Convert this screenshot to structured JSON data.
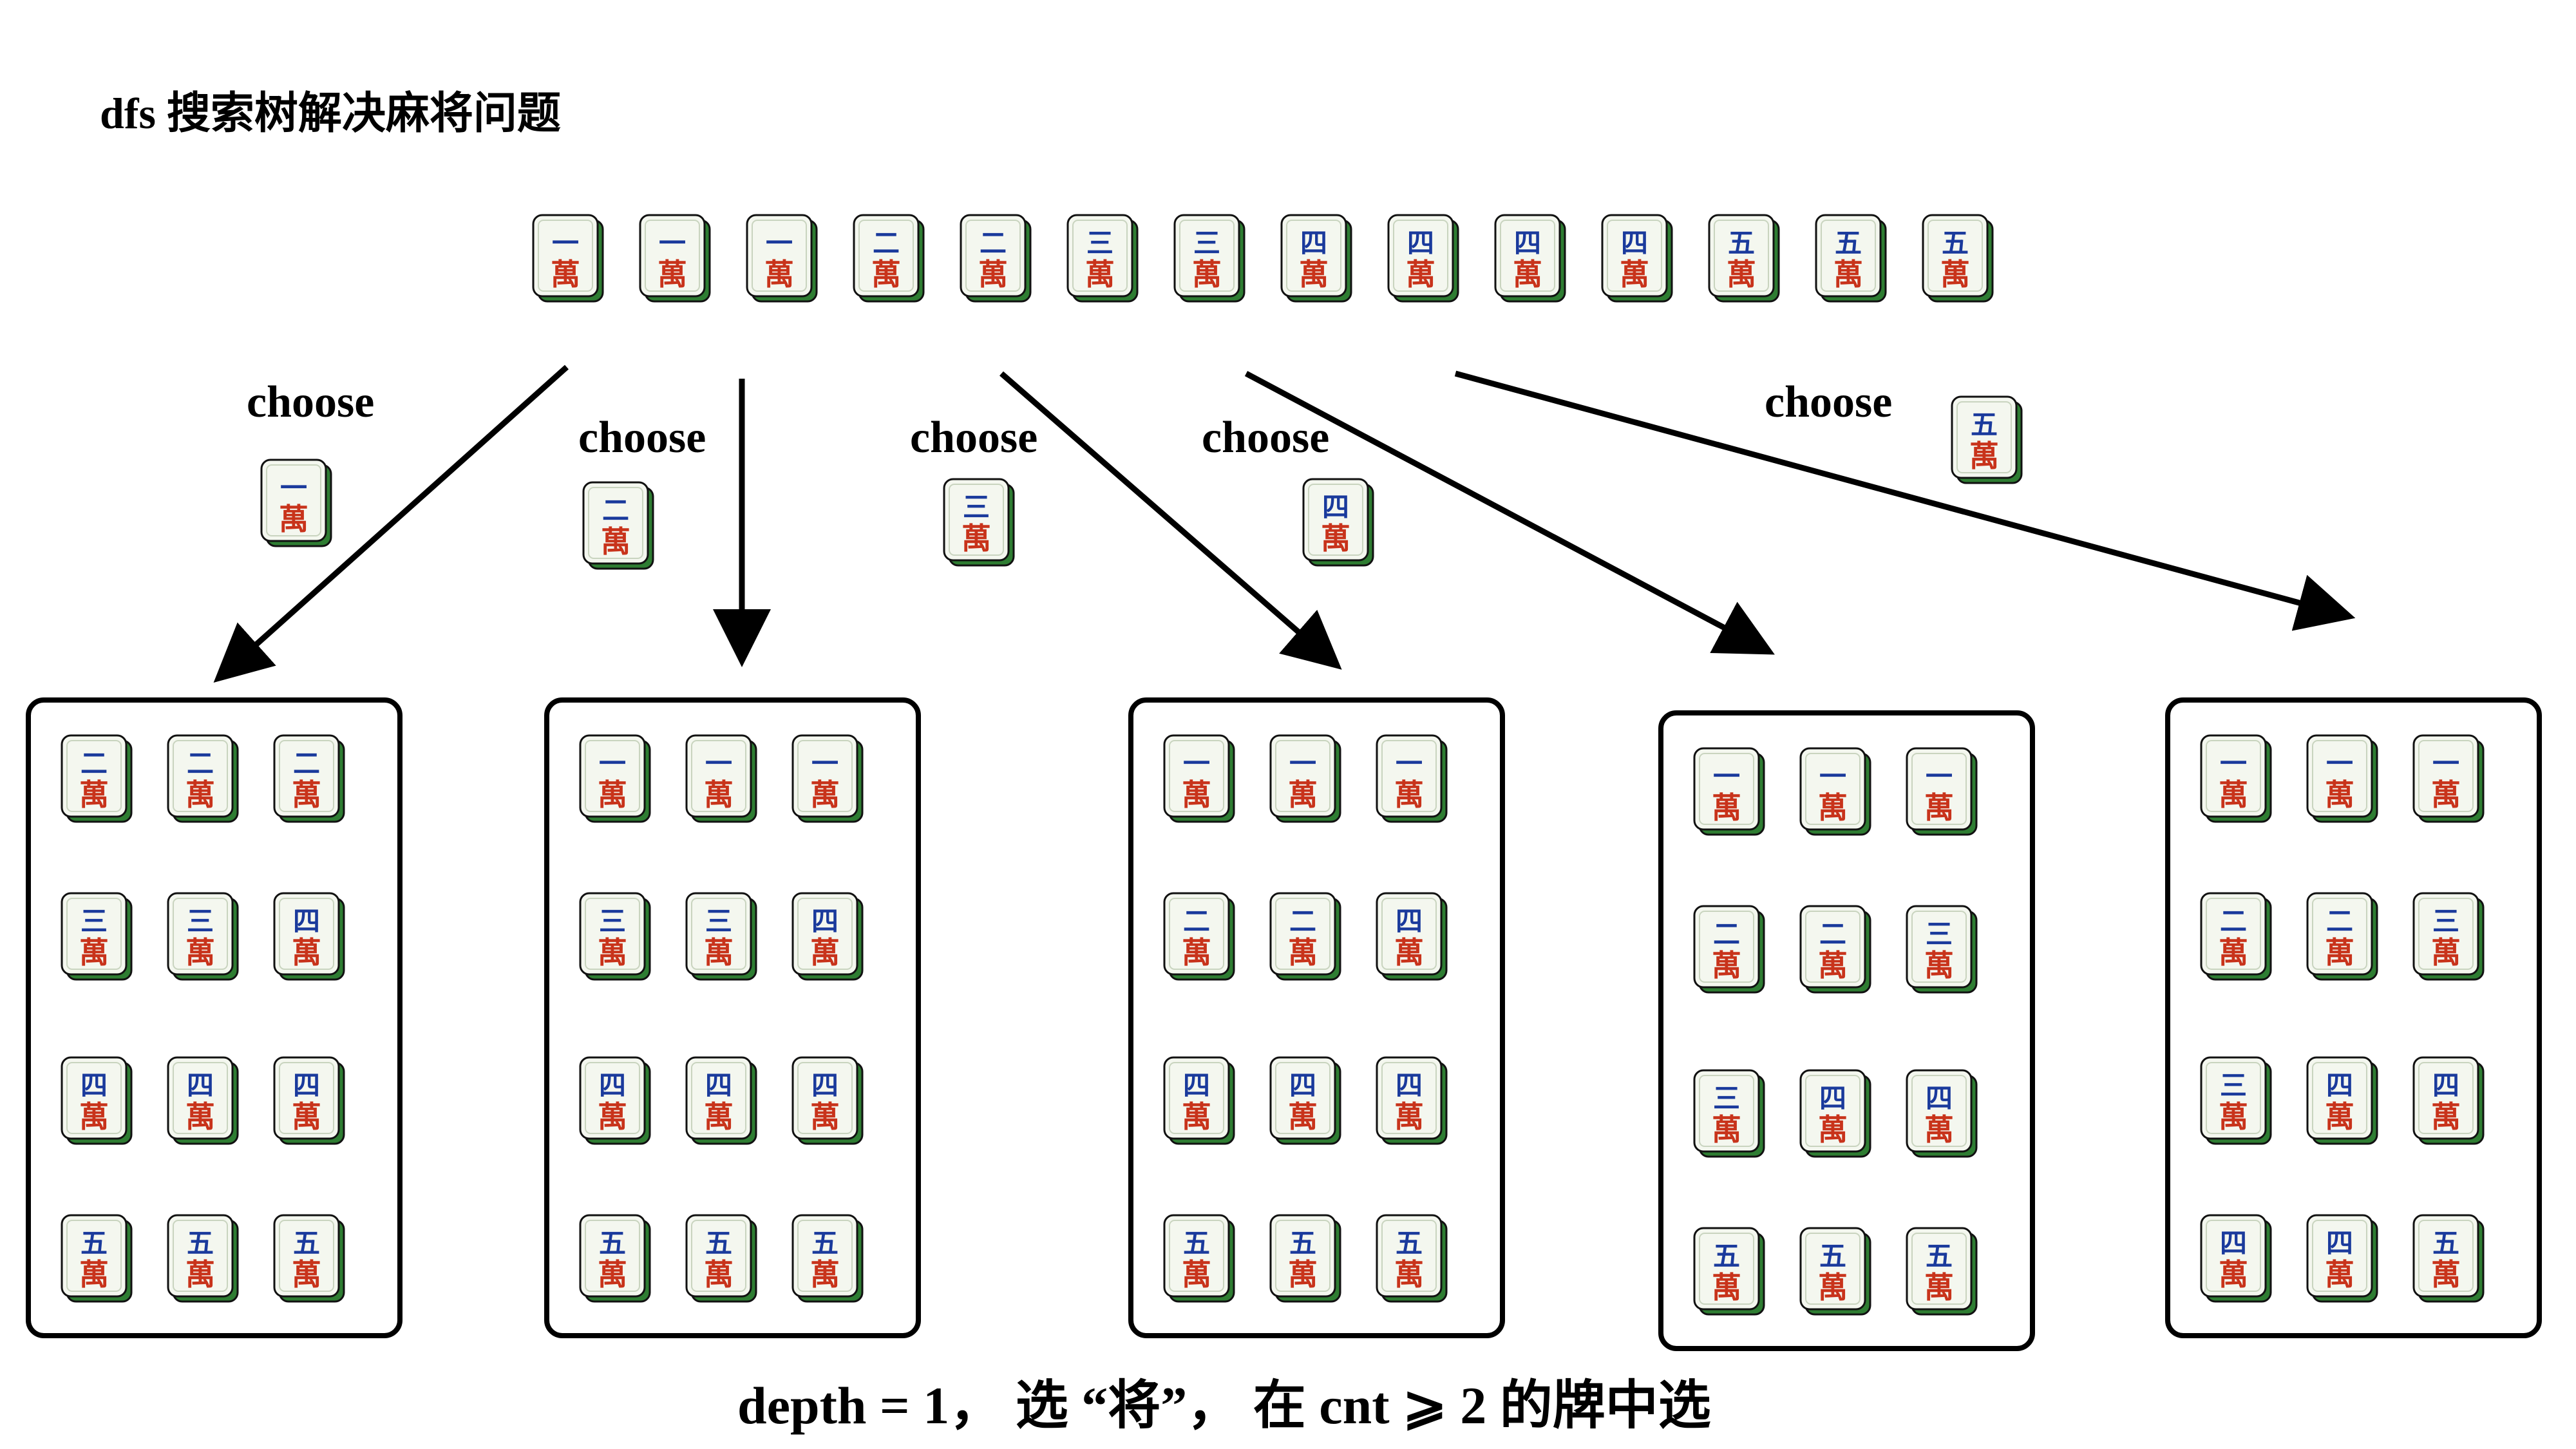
{
  "title": "dfs 搜索树解决麻将问题",
  "suit_char": "萬",
  "hand": [
    "一",
    "一",
    "一",
    "二",
    "二",
    "三",
    "三",
    "四",
    "四",
    "四",
    "四",
    "五",
    "五",
    "五"
  ],
  "choose_label": "choose",
  "branches": [
    {
      "chosen": "一",
      "remaining": [
        "二",
        "二",
        "二",
        "三",
        "三",
        "四",
        "四",
        "四",
        "四",
        "五",
        "五",
        "五"
      ]
    },
    {
      "chosen": "二",
      "remaining": [
        "一",
        "一",
        "一",
        "三",
        "三",
        "四",
        "四",
        "四",
        "四",
        "五",
        "五",
        "五"
      ]
    },
    {
      "chosen": "三",
      "remaining": [
        "一",
        "一",
        "一",
        "二",
        "二",
        "四",
        "四",
        "四",
        "四",
        "五",
        "五",
        "五"
      ]
    },
    {
      "chosen": "四",
      "remaining": [
        "一",
        "一",
        "一",
        "二",
        "二",
        "三",
        "三",
        "四",
        "四",
        "五",
        "五",
        "五"
      ]
    },
    {
      "chosen": "五",
      "remaining": [
        "一",
        "一",
        "一",
        "二",
        "二",
        "三",
        "三",
        "四",
        "四",
        "四",
        "四",
        "五"
      ]
    }
  ],
  "footer": "depth = 1， 选 “将”， 在 cnt ⩾ 2 的牌中选",
  "colors": {
    "tile_face": "#f4f7ef",
    "tile_side": "#2e7d32",
    "number_blue": "#1a3a9c",
    "suit_red": "#c8331b",
    "outline": "#111111"
  }
}
